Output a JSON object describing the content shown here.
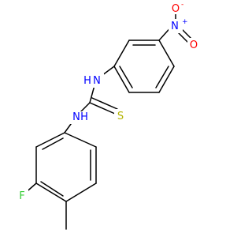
{
  "colors": {
    "bond": "#000000",
    "N": "#0000ff",
    "O": "#ff0000",
    "S": "#b3b300",
    "F": "#33cc33",
    "background": "#ffffff"
  },
  "atoms": {
    "nitro_n": {
      "label": "N",
      "charge": "+"
    },
    "nitro_o_top": {
      "label": "O",
      "charge": "-"
    },
    "nitro_o_right": {
      "label": "O"
    },
    "amine_n_upper": {
      "label": "N",
      "suffix": "H"
    },
    "amine_n_lower": {
      "label": "N",
      "suffix": "H"
    },
    "thione_s": {
      "label": "S"
    },
    "fluorine": {
      "label": "F"
    }
  }
}
